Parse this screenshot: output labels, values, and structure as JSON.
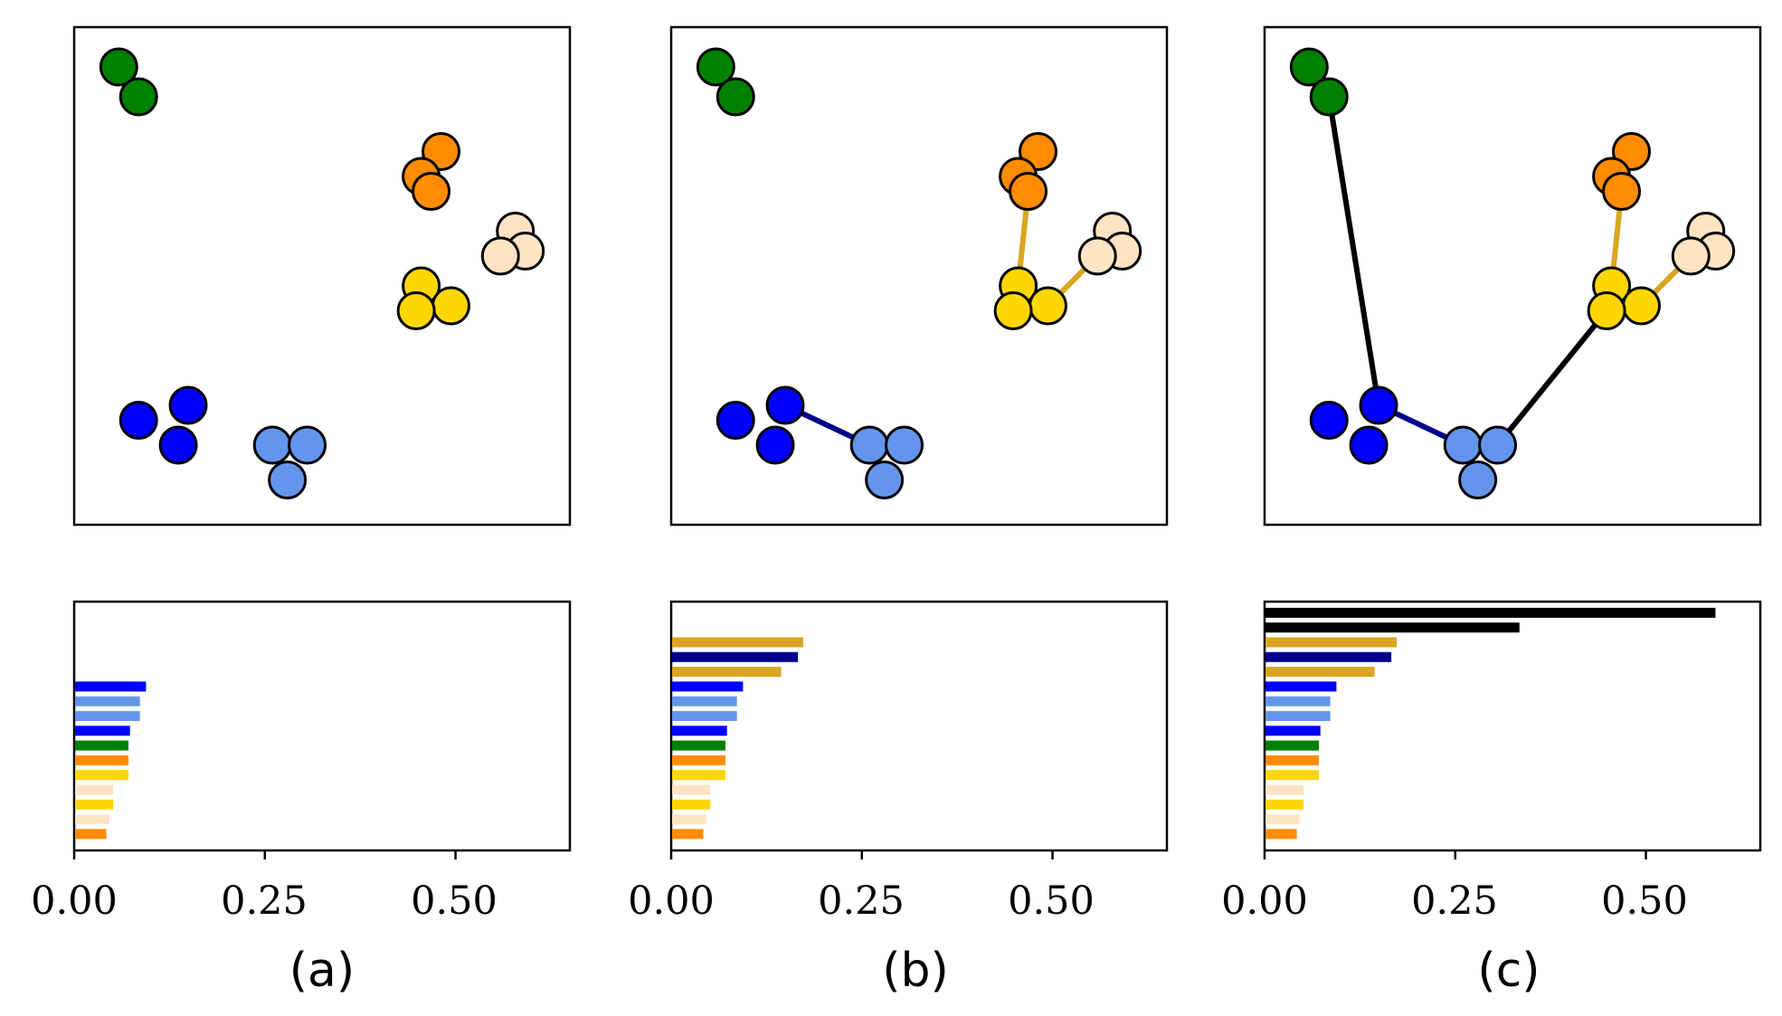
{
  "chart_data": [
    {
      "panel": "(a)",
      "type": "scatter",
      "caption": "(a)",
      "points": [
        {
          "x": 0.09,
          "y": 0.92,
          "color": "#008000"
        },
        {
          "x": 0.13,
          "y": 0.86,
          "color": "#008000"
        },
        {
          "x": 0.74,
          "y": 0.75,
          "color": "#ff8c00"
        },
        {
          "x": 0.7,
          "y": 0.7,
          "color": "#ff8c00"
        },
        {
          "x": 0.72,
          "y": 0.67,
          "color": "#ff8c00"
        },
        {
          "x": 0.89,
          "y": 0.59,
          "color": "#ffe4c4"
        },
        {
          "x": 0.91,
          "y": 0.55,
          "color": "#ffe4c4"
        },
        {
          "x": 0.86,
          "y": 0.54,
          "color": "#ffe4c4"
        },
        {
          "x": 0.7,
          "y": 0.48,
          "color": "#ffd700"
        },
        {
          "x": 0.76,
          "y": 0.44,
          "color": "#ffd700"
        },
        {
          "x": 0.69,
          "y": 0.43,
          "color": "#ffd700"
        },
        {
          "x": 0.23,
          "y": 0.24,
          "color": "#0000ff"
        },
        {
          "x": 0.13,
          "y": 0.21,
          "color": "#0000ff"
        },
        {
          "x": 0.21,
          "y": 0.16,
          "color": "#0000ff"
        },
        {
          "x": 0.4,
          "y": 0.16,
          "color": "#6495ed"
        },
        {
          "x": 0.47,
          "y": 0.16,
          "color": "#6495ed"
        },
        {
          "x": 0.43,
          "y": 0.09,
          "color": "#6495ed"
        }
      ],
      "edges": [],
      "bars": {
        "xlim": [
          0,
          0.65
        ],
        "xticks": [
          "0.00",
          "0.25",
          "0.50"
        ],
        "values": [
          0.093,
          0.085,
          0.085,
          0.072,
          0.07,
          0.07,
          0.07,
          0.05,
          0.05,
          0.045,
          0.041
        ],
        "colors": [
          "#0000ff",
          "#6495ed",
          "#6495ed",
          "#0000ff",
          "#008000",
          "#ff8c00",
          "#ffd700",
          "#ffe4c4",
          "#ffd700",
          "#ffe4c4",
          "#ff8c00"
        ]
      }
    },
    {
      "panel": "(b)",
      "type": "scatter",
      "caption": "(b)",
      "points": [
        {
          "x": 0.09,
          "y": 0.92,
          "color": "#008000"
        },
        {
          "x": 0.13,
          "y": 0.86,
          "color": "#008000"
        },
        {
          "x": 0.74,
          "y": 0.75,
          "color": "#ff8c00"
        },
        {
          "x": 0.7,
          "y": 0.7,
          "color": "#ff8c00"
        },
        {
          "x": 0.72,
          "y": 0.67,
          "color": "#ff8c00"
        },
        {
          "x": 0.89,
          "y": 0.59,
          "color": "#ffe4c4"
        },
        {
          "x": 0.91,
          "y": 0.55,
          "color": "#ffe4c4"
        },
        {
          "x": 0.86,
          "y": 0.54,
          "color": "#ffe4c4"
        },
        {
          "x": 0.7,
          "y": 0.48,
          "color": "#ffd700"
        },
        {
          "x": 0.76,
          "y": 0.44,
          "color": "#ffd700"
        },
        {
          "x": 0.69,
          "y": 0.43,
          "color": "#ffd700"
        },
        {
          "x": 0.23,
          "y": 0.24,
          "color": "#0000ff"
        },
        {
          "x": 0.13,
          "y": 0.21,
          "color": "#0000ff"
        },
        {
          "x": 0.21,
          "y": 0.16,
          "color": "#0000ff"
        },
        {
          "x": 0.4,
          "y": 0.16,
          "color": "#6495ed"
        },
        {
          "x": 0.47,
          "y": 0.16,
          "color": "#6495ed"
        },
        {
          "x": 0.43,
          "y": 0.09,
          "color": "#6495ed"
        }
      ],
      "edges": [
        {
          "from": [
            0.23,
            0.24
          ],
          "to": [
            0.4,
            0.16
          ],
          "color": "#00008b"
        },
        {
          "from": [
            0.72,
            0.67
          ],
          "to": [
            0.7,
            0.48
          ],
          "color": "#daa520"
        },
        {
          "from": [
            0.86,
            0.54
          ],
          "to": [
            0.76,
            0.44
          ],
          "color": "#daa520"
        }
      ],
      "bars": {
        "xlim": [
          0,
          0.65
        ],
        "xticks": [
          "0.00",
          "0.25",
          "0.50"
        ],
        "values": [
          0.172,
          0.165,
          0.143,
          0.093,
          0.085,
          0.085,
          0.072,
          0.07,
          0.07,
          0.07,
          0.05,
          0.05,
          0.045,
          0.041
        ],
        "colors": [
          "#daa520",
          "#00008b",
          "#daa520",
          "#0000ff",
          "#6495ed",
          "#6495ed",
          "#0000ff",
          "#008000",
          "#ff8c00",
          "#ffd700",
          "#ffe4c4",
          "#ffd700",
          "#ffe4c4",
          "#ff8c00"
        ]
      }
    },
    {
      "panel": "(c)",
      "type": "scatter",
      "caption": "(c)",
      "points": [
        {
          "x": 0.09,
          "y": 0.92,
          "color": "#008000"
        },
        {
          "x": 0.13,
          "y": 0.86,
          "color": "#008000"
        },
        {
          "x": 0.74,
          "y": 0.75,
          "color": "#ff8c00"
        },
        {
          "x": 0.7,
          "y": 0.7,
          "color": "#ff8c00"
        },
        {
          "x": 0.72,
          "y": 0.67,
          "color": "#ff8c00"
        },
        {
          "x": 0.89,
          "y": 0.59,
          "color": "#ffe4c4"
        },
        {
          "x": 0.91,
          "y": 0.55,
          "color": "#ffe4c4"
        },
        {
          "x": 0.86,
          "y": 0.54,
          "color": "#ffe4c4"
        },
        {
          "x": 0.7,
          "y": 0.48,
          "color": "#ffd700"
        },
        {
          "x": 0.76,
          "y": 0.44,
          "color": "#ffd700"
        },
        {
          "x": 0.69,
          "y": 0.43,
          "color": "#ffd700"
        },
        {
          "x": 0.23,
          "y": 0.24,
          "color": "#0000ff"
        },
        {
          "x": 0.13,
          "y": 0.21,
          "color": "#0000ff"
        },
        {
          "x": 0.21,
          "y": 0.16,
          "color": "#0000ff"
        },
        {
          "x": 0.4,
          "y": 0.16,
          "color": "#6495ed"
        },
        {
          "x": 0.47,
          "y": 0.16,
          "color": "#6495ed"
        },
        {
          "x": 0.43,
          "y": 0.09,
          "color": "#6495ed"
        }
      ],
      "edges": [
        {
          "from": [
            0.23,
            0.24
          ],
          "to": [
            0.4,
            0.16
          ],
          "color": "#00008b"
        },
        {
          "from": [
            0.72,
            0.67
          ],
          "to": [
            0.7,
            0.48
          ],
          "color": "#daa520"
        },
        {
          "from": [
            0.86,
            0.54
          ],
          "to": [
            0.76,
            0.44
          ],
          "color": "#daa520"
        },
        {
          "from": [
            0.13,
            0.86
          ],
          "to": [
            0.23,
            0.24
          ],
          "color": "#000000"
        },
        {
          "from": [
            0.47,
            0.16
          ],
          "to": [
            0.69,
            0.43
          ],
          "color": "#000000"
        }
      ],
      "bars": {
        "xlim": [
          0,
          0.65
        ],
        "xticks": [
          "0.00",
          "0.25",
          "0.50"
        ],
        "values": [
          0.59,
          0.333,
          0.172,
          0.165,
          0.143,
          0.093,
          0.085,
          0.085,
          0.072,
          0.07,
          0.07,
          0.07,
          0.05,
          0.05,
          0.045,
          0.041
        ],
        "colors": [
          "#000000",
          "#000000",
          "#daa520",
          "#00008b",
          "#daa520",
          "#0000ff",
          "#6495ed",
          "#6495ed",
          "#0000ff",
          "#008000",
          "#ff8c00",
          "#ffd700",
          "#ffe4c4",
          "#ffd700",
          "#ffe4c4",
          "#ff8c00"
        ]
      }
    }
  ]
}
